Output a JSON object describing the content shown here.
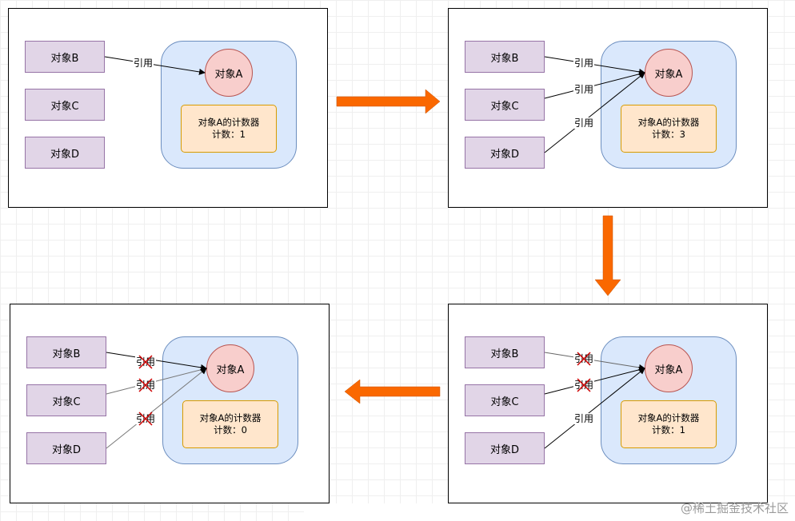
{
  "labels": {
    "object_b": "对象B",
    "object_c": "对象C",
    "object_d": "对象D",
    "object_a": "对象A",
    "counter_title": "对象A的计数器",
    "reference": "引用"
  },
  "panels": [
    {
      "id": "p1",
      "counter_value": "计数：1"
    },
    {
      "id": "p2",
      "counter_value": "计数：3"
    },
    {
      "id": "p3",
      "counter_value": "计数：1"
    },
    {
      "id": "p4",
      "counter_value": "计数：0"
    }
  ],
  "colors": {
    "object_fill": "#e1d5e7",
    "container_fill": "#dae8fc",
    "circle_fill": "#f8cecc",
    "counter_fill": "#ffe6cc",
    "flow_arrow": "#fa6800",
    "cross": "#cc0000"
  },
  "watermark": "@稀土掘金技术社区"
}
